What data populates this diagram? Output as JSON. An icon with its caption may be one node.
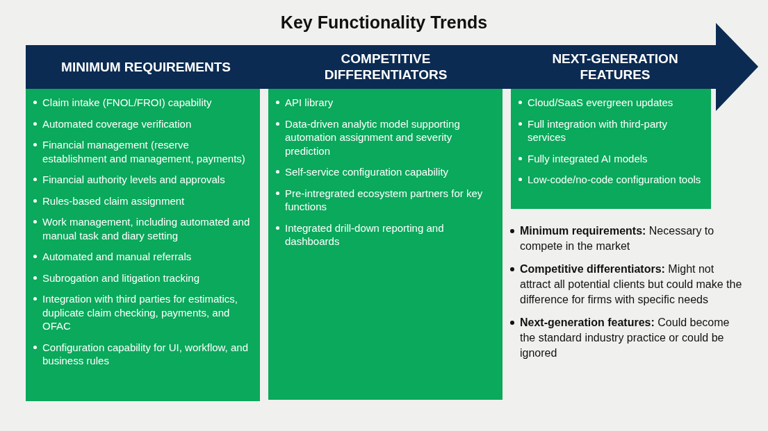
{
  "diagram": {
    "title": "Key Functionality Trends",
    "nodes": [
      {
        "text": [
          "Claim intake (FNOL/FROI) capability",
          "Automated coverage verification",
          "Financial management (reserve establishment and management, payments)",
          "Financial authority levels and approvals",
          "Rules-based claim assignment",
          "Work management, including automated and manual task and diary setting",
          "Automated and manual referrals",
          "Subrogation and litigation tracking",
          "Integration with third parties for estimatics, duplicate claim checking, payments, and OFAC",
          "Configuration capability for UI, workflow, and business rules"
        ]
      },
      {
        "text": [
          "API library",
          "Data-driven analytic model supporting automation assignment and severity prediction",
          "Self-service configuration capability",
          "Pre-intregrated ecosystem partners for key functions",
          "Integrated drill-down reporting and dashboards"
        ]
      },
      {
        "text": [
          "Cloud/SaaS evergreen updates",
          "Full integration with third-party services",
          "Fully integrated AI models",
          "Low-code/no-code configuration tools"
        ]
      }
    ],
    "labels": [
      "MINIMUM REQUIREMENTS",
      "COMPETITIVE DIFFERENTIATORS",
      "NEXT-GENERATION FEATURES",
      "**Minimum requirements:** Necessary to compete in the market",
      "**Competitive differentiators:** Might not attract all potential clients but could make the difference for firms with specific needs",
      "**Next-generation features:** Could become the standard industry practice or could be ignored"
    ]
  }
}
